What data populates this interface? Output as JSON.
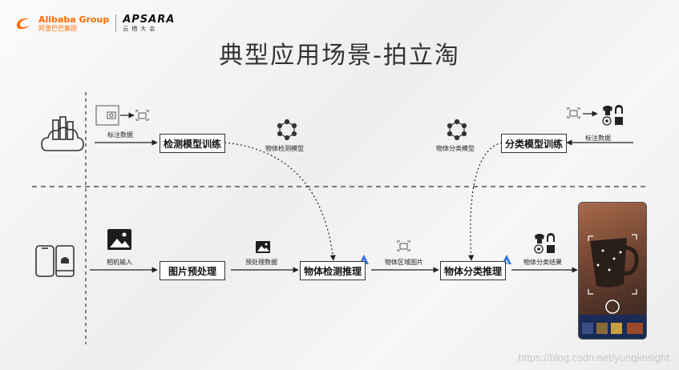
{
  "header": {
    "alibaba_en": "Alibaba Group",
    "alibaba_cn": "阿里巴巴集团",
    "apsara_en": "APSARA",
    "apsara_cn": "云栖大会"
  },
  "title": "典型应用场景-拍立淘",
  "top_lane": {
    "label_data_left": "标注数据",
    "detect_train": "检测模型训练",
    "detect_model": "物体检测模型",
    "classify_model": "物体分类模型",
    "classify_train": "分类模型训练",
    "label_data_right": "标注数据"
  },
  "bottom_lane": {
    "camera_input": "相机输入",
    "preprocess": "图片预处理",
    "preprocessed_data": "预处理数据",
    "detect_infer": "物体检测推理",
    "region_image": "物体区域图片",
    "classify_infer": "物体分类推理",
    "classify_result": "物体分类结果"
  },
  "watermark": "https://blog.csdn.net/yunqiinsight",
  "colors": {
    "accent_orange": "#ff6a00",
    "accent_blue": "#2f6fe0",
    "line": "#222222"
  }
}
